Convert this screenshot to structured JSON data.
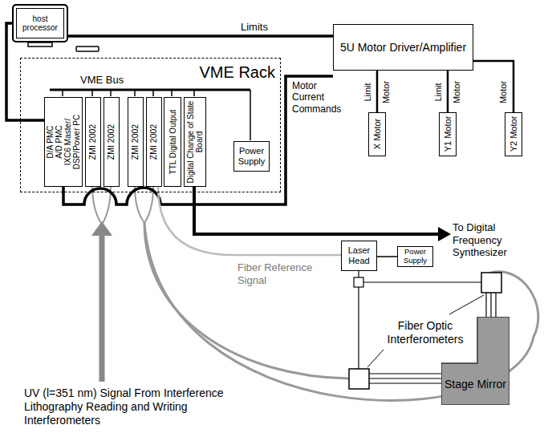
{
  "diagram": {
    "nodes": [
      {
        "text": [
          "host processor"
        ]
      },
      {
        "text": [
          "VME Rack"
        ]
      },
      {
        "text": [
          "D/A PMC",
          "A/D PMC",
          "IXC6 Master/ DSP/Power PC"
        ],
        "in": 1
      },
      {
        "text": [
          "ZMI 2002"
        ],
        "in": 1
      },
      {
        "text": [
          "ZMI 2002"
        ],
        "in": 1
      },
      {
        "text": [
          "ZMI 2002"
        ],
        "in": 1
      },
      {
        "text": [
          "ZMI 2002"
        ],
        "in": 1
      },
      {
        "text": [
          "TTL Digital Output"
        ],
        "in": 1
      },
      {
        "text": [
          "Digital Change of State Board"
        ],
        "in": 1
      },
      {
        "text": [
          "Power Supply"
        ],
        "in": 1
      },
      {
        "text": [
          "5U Motor Driver/Amplifier"
        ]
      },
      {
        "text": [
          "X Motor"
        ]
      },
      {
        "text": [
          "Y1 Motor"
        ]
      },
      {
        "text": [
          "Y2 Motor"
        ]
      },
      {
        "text": [
          "Laser Head"
        ]
      },
      {
        "text": [
          "Power Supply"
        ]
      },
      {
        "text": [
          "Stage Mirror"
        ]
      }
    ],
    "edges": [
      {
        "from": 0,
        "to": 2,
        "arrow": "none"
      },
      {
        "from": 10,
        "to": 0,
        "label": "Limits",
        "arrow": "none"
      },
      {
        "from": 2,
        "to": 10,
        "label": "Motor Current Commands",
        "arrow": "none"
      },
      {
        "from": 10,
        "to": 11,
        "arrow": "none"
      },
      {
        "from": 10,
        "to": 12,
        "arrow": "none"
      },
      {
        "from": 10,
        "to": 13,
        "arrow": "none"
      },
      {
        "from": 14,
        "to": 15,
        "arrow": "none"
      },
      {
        "from": 14,
        "to": 6,
        "label": "Fiber Reference Signal",
        "arrow": "none"
      }
    ],
    "labels": [
      "VME Bus",
      "Limit",
      "Motor",
      "Limit",
      "Motor",
      "Motor",
      "To Digital Frequency Synthesizer",
      "Fiber Optic Interferometers",
      "UV (l=351 nm) Signal From Interference Lithography Reading and Writing Interferometers"
    ]
  }
}
